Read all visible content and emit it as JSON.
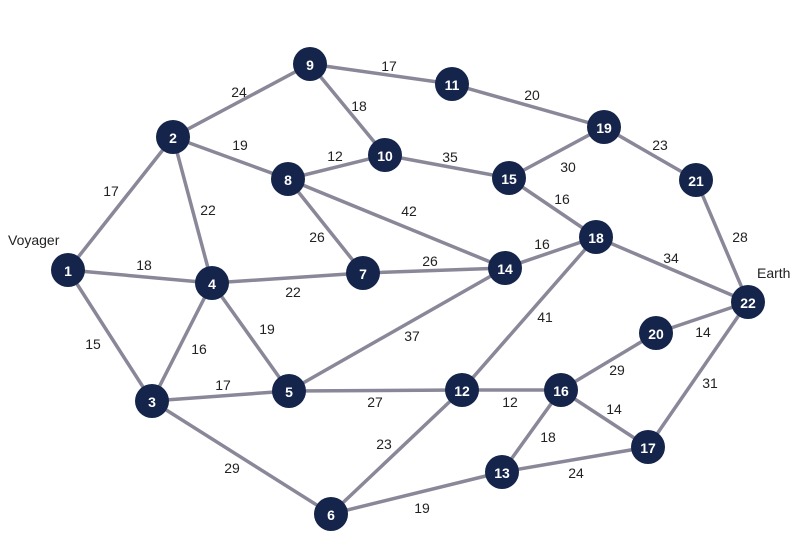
{
  "labels": {
    "start": "Voyager",
    "end": "Earth"
  },
  "colors": {
    "node_fill": "#14244a",
    "node_text": "#ffffff",
    "edge": "#8a8898",
    "weight_text": "#222222"
  },
  "nodes": [
    "1",
    "2",
    "3",
    "4",
    "5",
    "6",
    "7",
    "8",
    "9",
    "10",
    "11",
    "12",
    "13",
    "14",
    "15",
    "16",
    "17",
    "18",
    "19",
    "20",
    "21",
    "22"
  ],
  "edges": [
    {
      "from": "1",
      "to": "2",
      "weight": "17"
    },
    {
      "from": "1",
      "to": "4",
      "weight": "18"
    },
    {
      "from": "1",
      "to": "3",
      "weight": "15"
    },
    {
      "from": "2",
      "to": "9",
      "weight": "24"
    },
    {
      "from": "2",
      "to": "8",
      "weight": "19"
    },
    {
      "from": "2",
      "to": "4",
      "weight": "22"
    },
    {
      "from": "9",
      "to": "11",
      "weight": "17"
    },
    {
      "from": "9",
      "to": "10",
      "weight": "18"
    },
    {
      "from": "8",
      "to": "10",
      "weight": "12"
    },
    {
      "from": "8",
      "to": "7",
      "weight": "26"
    },
    {
      "from": "8",
      "to": "14",
      "weight": "42"
    },
    {
      "from": "10",
      "to": "15",
      "weight": "35"
    },
    {
      "from": "11",
      "to": "19",
      "weight": "20"
    },
    {
      "from": "19",
      "to": "15",
      "weight": "30"
    },
    {
      "from": "19",
      "to": "21",
      "weight": "23"
    },
    {
      "from": "15",
      "to": "18",
      "weight": "16"
    },
    {
      "from": "21",
      "to": "22",
      "weight": "28"
    },
    {
      "from": "4",
      "to": "7",
      "weight": "22"
    },
    {
      "from": "7",
      "to": "14",
      "weight": "26"
    },
    {
      "from": "14",
      "to": "18",
      "weight": "16"
    },
    {
      "from": "18",
      "to": "22",
      "weight": "34"
    },
    {
      "from": "4",
      "to": "5",
      "weight": "19"
    },
    {
      "from": "4",
      "to": "3",
      "weight": "16"
    },
    {
      "from": "5",
      "to": "14",
      "weight": "37"
    },
    {
      "from": "18",
      "to": "12",
      "weight": "41"
    },
    {
      "from": "20",
      "to": "22",
      "weight": "14"
    },
    {
      "from": "3",
      "to": "5",
      "weight": "17"
    },
    {
      "from": "5",
      "to": "12",
      "weight": "27"
    },
    {
      "from": "12",
      "to": "16",
      "weight": "12"
    },
    {
      "from": "16",
      "to": "20",
      "weight": "29"
    },
    {
      "from": "22",
      "to": "17",
      "weight": "31"
    },
    {
      "from": "16",
      "to": "17",
      "weight": "14"
    },
    {
      "from": "16",
      "to": "13",
      "weight": "18"
    },
    {
      "from": "12",
      "to": "6",
      "weight": "23"
    },
    {
      "from": "3",
      "to": "6",
      "weight": "29"
    },
    {
      "from": "13",
      "to": "17",
      "weight": "24"
    },
    {
      "from": "6",
      "to": "13",
      "weight": "19"
    }
  ]
}
